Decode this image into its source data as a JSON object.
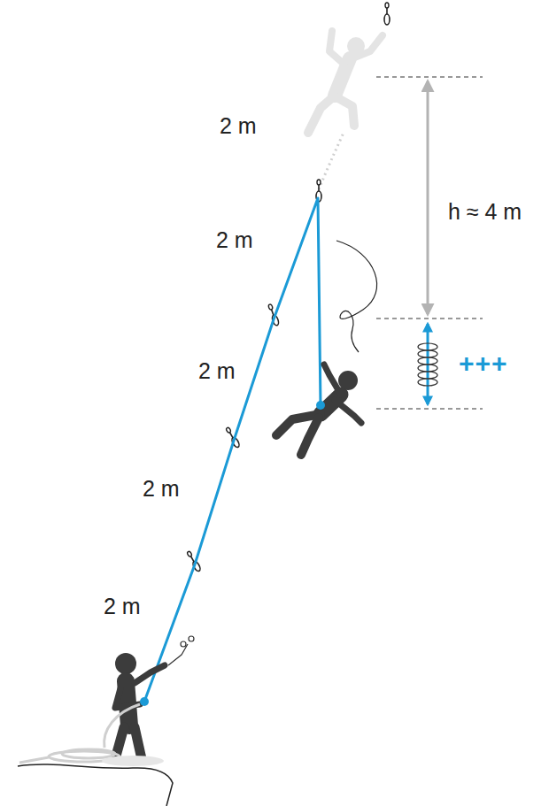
{
  "diagram": {
    "labels": [
      "2 m",
      "2 m",
      "2 m",
      "2 m",
      "2 m",
      "h ≈ 4 m",
      "+++"
    ]
  }
}
